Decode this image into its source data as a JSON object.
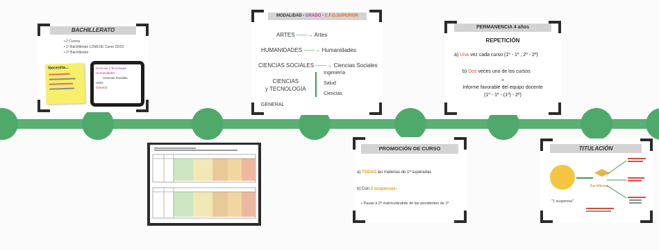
{
  "bachillerato": {
    "title": "BACHILLERATO",
    "bullets": [
      "2 Cursos",
      "1º Bachillerato LOMLOE Curso 22/23",
      "2º Bachillerato"
    ],
    "note_title": "Necesita...",
    "tablet_lines": [
      "Ciencias y Tecnología",
      "Humanidades",
      "Ciencias Sociales",
      "Artes",
      "General"
    ]
  },
  "modalidad": {
    "title_parts": [
      "MODALIDAD",
      " - ",
      "GRADO",
      " - ",
      "C.F.G.SUPERIOR"
    ],
    "title_colors": [
      "#333333",
      "#333333",
      "#c0399b",
      "#333333",
      "#e36b2c"
    ],
    "rows": [
      {
        "left": "ARTES",
        "right": "Artes"
      },
      {
        "left": "HUMANIDADES",
        "right": "Humanidades"
      },
      {
        "left": "CIENCIAS SOCIALES",
        "right": "Ciencias Sociales"
      }
    ],
    "ciencias_left": [
      "CIENCIAS",
      "y TECNOLOGÍA"
    ],
    "ciencias_right": [
      "Ingeniería",
      "Salud",
      "Ciencias"
    ],
    "general": "GENERAL"
  },
  "permanencia": {
    "title": "PERMANENCIA 4 años",
    "heading": "REPETICIÓN",
    "line_a_prefix": "a)",
    "line_a_highlight": "Una",
    "line_a_rest": "vez cada curso (1º - 1º , 2º - 2º)",
    "line_b_prefix": "b)",
    "line_b_highlight": "Dos",
    "line_b_rest": "veces uno de los cursos",
    "plus": "+",
    "line_c": "Informe favorable del equipo docente",
    "line_d": "(1º - 1º - (1º) - 2º)",
    "highlight_color": "#d94a3a"
  },
  "promocion": {
    "title": "PROMOCIÓN DE CURSO",
    "line_a_prefix": "a)",
    "line_a_highlight": "TODAS",
    "line_a_rest": "las materias de 1º superadas",
    "line_b_prefix": "b) Con",
    "line_b_highlight": "2 suspensas",
    "line_b_rest": ":",
    "line_c": "Pasas a 2º matriculándote de las pendientes de 1º",
    "highlight_color": "#e39b2c"
  },
  "titulacion": {
    "title": "TITULACIÓN",
    "left_label": "1 suspensa",
    "center_label": "Bachillerato"
  }
}
